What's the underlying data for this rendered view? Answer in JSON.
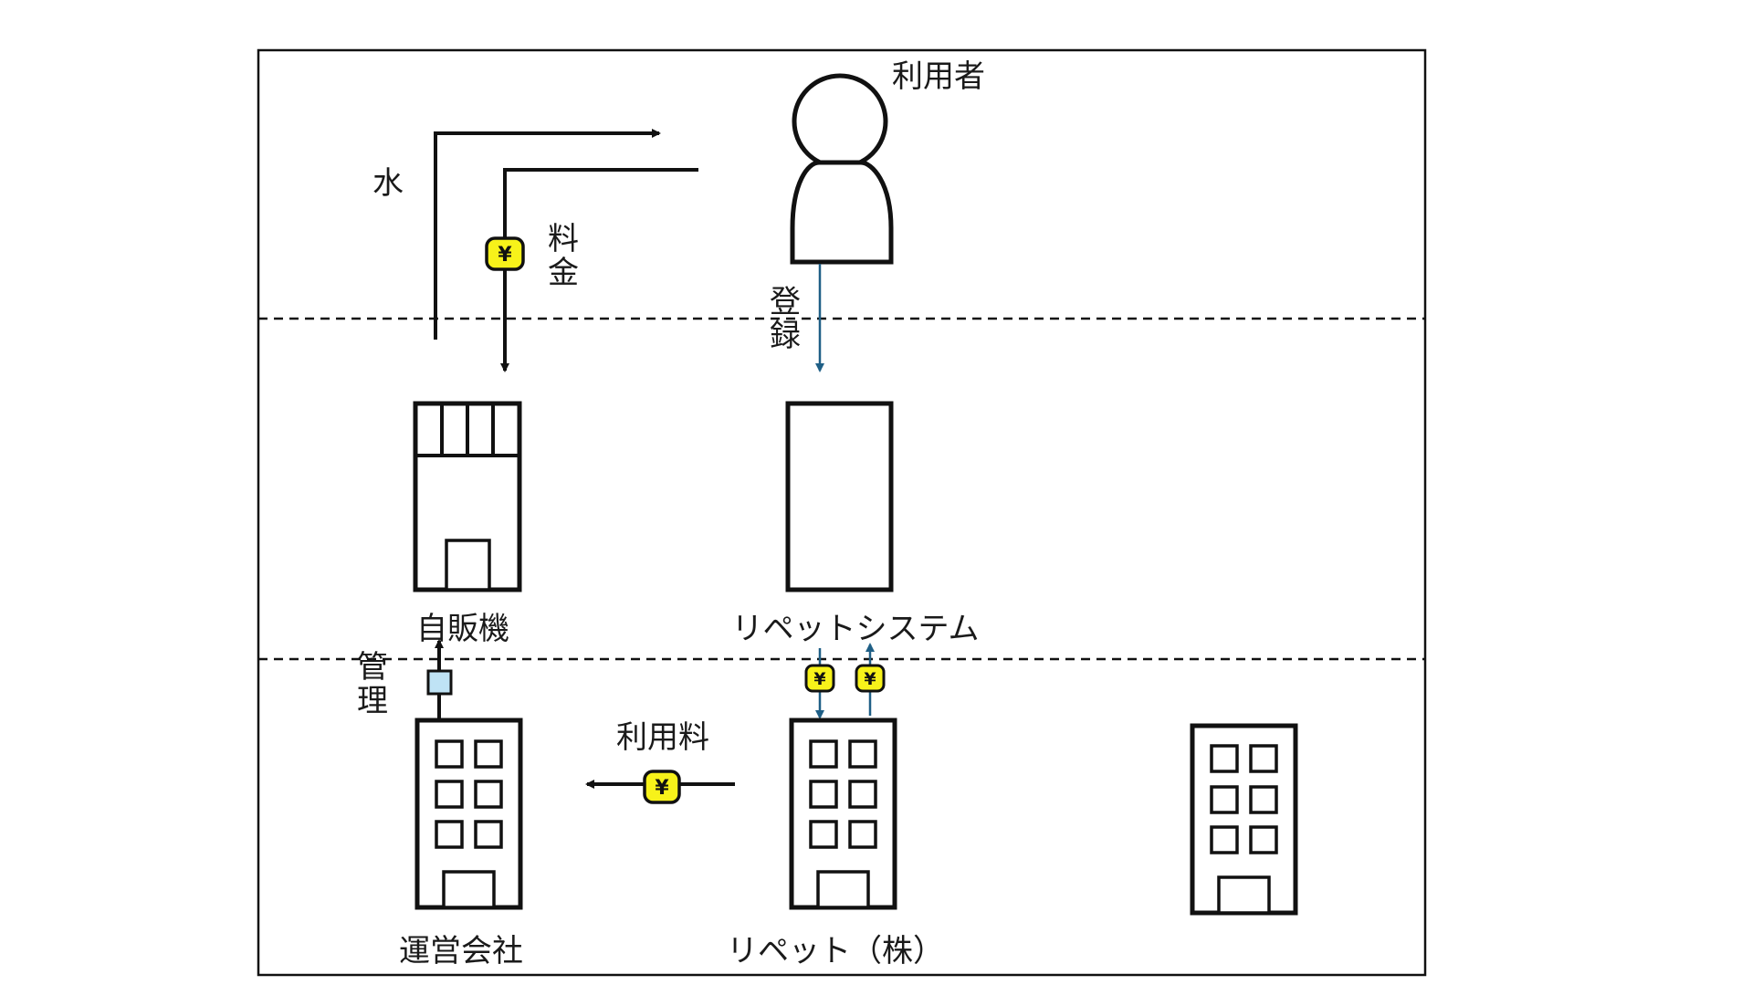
{
  "labels": {
    "user": "利用者",
    "water": "水",
    "fee_line1": "料",
    "fee_line2": "金",
    "register_line1": "登",
    "register_line2": "録",
    "vending_machine": "自販機",
    "repet_system": "リペットシステム",
    "manage_line1": "管",
    "manage_line2": "理",
    "usage_fee": "利用料",
    "operating_company": "運営会社",
    "repet_inc": "リペット（株）"
  },
  "symbols": {
    "yen": "¥"
  },
  "colors": {
    "line": "#111111",
    "accent_arrow": "#1f5f86",
    "yen_badge": "#f7f21a",
    "device_badge": "#bfe3f5",
    "divider": "#111111"
  },
  "icons": {
    "user": "person-icon",
    "vending_machine": "vending-machine-icon",
    "system": "system-box",
    "building": "building-icon",
    "yen": "yen-badge-icon",
    "device": "device-icon"
  }
}
